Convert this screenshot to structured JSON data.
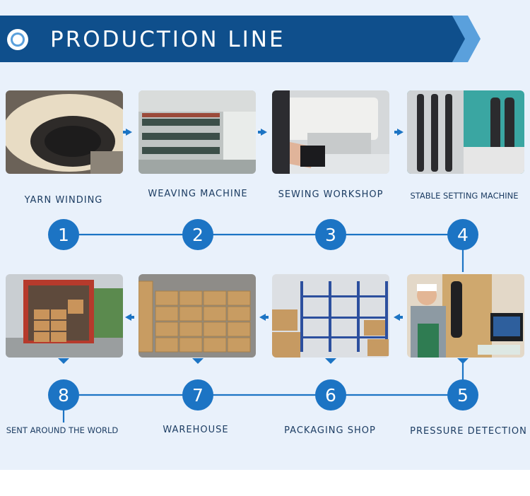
{
  "title": "PRODUCTION LINE",
  "steps": [
    {
      "number": "1",
      "label": "YARN WINDING"
    },
    {
      "number": "2",
      "label": "WEAVING MACHINE"
    },
    {
      "number": "3",
      "label": "SEWING WORKSHOP"
    },
    {
      "number": "4",
      "label": "STABLE SETTING MACHINE"
    },
    {
      "number": "5",
      "label": "PRESSURE DETECTION"
    },
    {
      "number": "6",
      "label": "PACKAGING SHOP"
    },
    {
      "number": "7",
      "label": "WAREHOUSE"
    },
    {
      "number": "8",
      "label": "SENT AROUND THE WORLD"
    }
  ],
  "colors": {
    "banner": "#0f4f8c",
    "accent": "#1c74c4",
    "background": "#e9f1fb",
    "text": "#1d3d63"
  }
}
